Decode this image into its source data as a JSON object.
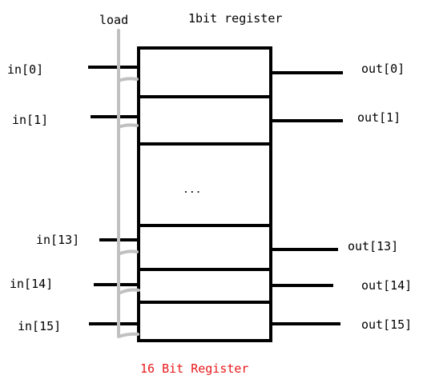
{
  "diagram": {
    "load_label": "load",
    "register_label": "1bit register",
    "ellipsis": "...",
    "caption": "16 Bit Register",
    "caption_color": "#e8191b",
    "load_line_color": "#c0c0c0",
    "stroke_color": "#000000",
    "inputs": [
      "in[0]",
      "in[1]",
      "in[13]",
      "in[14]",
      "in[15]"
    ],
    "outputs": [
      "out[0]",
      "out[1]",
      "out[13]",
      "out[14]",
      "out[15]"
    ]
  }
}
